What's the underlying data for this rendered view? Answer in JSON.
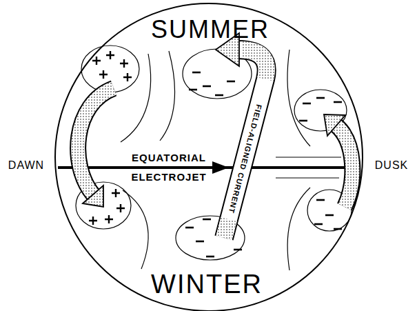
{
  "diagram": {
    "labels": [
      "SUMMER",
      "DAWN",
      "EQUATORIAL ELECTROJET",
      "FIELD-ALIGNED CURRENT",
      "DUSK",
      "WINTER"
    ]
  }
}
